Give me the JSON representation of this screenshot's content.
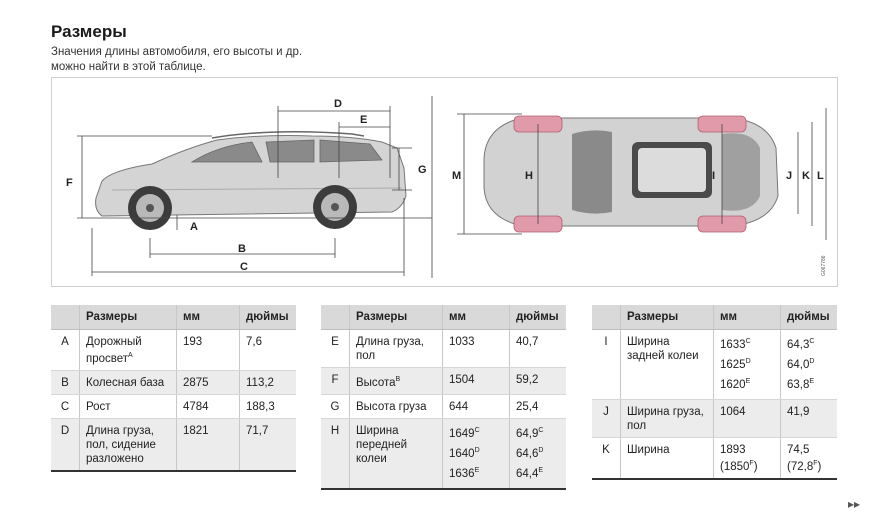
{
  "header": {
    "title": "Размеры",
    "intro": "Значения длины автомобиля, его высоты и др. можно найти в этой таблице."
  },
  "figure": {
    "side_labels": [
      "A",
      "B",
      "C",
      "D",
      "E",
      "F",
      "G"
    ],
    "top_labels": [
      "H",
      "I",
      "J",
      "K",
      "L",
      "M"
    ],
    "code": "G067786"
  },
  "columns": {
    "key": "",
    "name": "Размеры",
    "mm": "мм",
    "in": "дюймы"
  },
  "table1": [
    {
      "key": "A",
      "name": "Дорожный просвет",
      "sup": "A",
      "mm": "193",
      "in": "7,6"
    },
    {
      "key": "B",
      "name": "Колесная база",
      "sup": "",
      "mm": "2875",
      "in": "113,2"
    },
    {
      "key": "C",
      "name": "Рост",
      "sup": "",
      "mm": "4784",
      "in": "188,3"
    },
    {
      "key": "D",
      "name": "Длина груза, пол, сидение разложено",
      "sup": "",
      "mm": "1821",
      "in": "71,7"
    }
  ],
  "table2": [
    {
      "key": "E",
      "name": "Длина груза, пол",
      "sup": "",
      "mm": "1033",
      "in": "40,7"
    },
    {
      "key": "F",
      "name": "Высота",
      "sup": "B",
      "mm": "1504",
      "in": "59,2"
    },
    {
      "key": "G",
      "name": "Высота груза",
      "sup": "",
      "mm": "644",
      "in": "25,4"
    },
    {
      "key": "H",
      "name": "Ширина передней колеи",
      "sup": "",
      "mm": [
        "1649",
        "1640",
        "1636"
      ],
      "mm_sup": [
        "C",
        "D",
        "E"
      ],
      "in": [
        "64,9",
        "64,6",
        "64,4"
      ],
      "in_sup": [
        "C",
        "D",
        "E"
      ]
    }
  ],
  "table3": [
    {
      "key": "I",
      "name": "Ширина задней колеи",
      "sup": "",
      "mm": [
        "1633",
        "1625",
        "1620"
      ],
      "mm_sup": [
        "C",
        "D",
        "E"
      ],
      "in": [
        "64,3",
        "64,0",
        "63,8"
      ],
      "in_sup": [
        "C",
        "D",
        "E"
      ]
    },
    {
      "key": "J",
      "name": "Ширина груза, пол",
      "sup": "",
      "mm": "1064",
      "in": "41,9"
    },
    {
      "key": "K",
      "name": "Ширина",
      "sup": "",
      "mm": "1893",
      "mm2": "(1850",
      "mm2_sup": "F",
      "mm2_end": ")",
      "in": "74,5",
      "in2": "(72,8",
      "in2_sup": "F",
      "in2_end": ")"
    }
  ],
  "nav": {
    "next_icon": "double-chevron-right-icon",
    "next": "▸▸"
  }
}
